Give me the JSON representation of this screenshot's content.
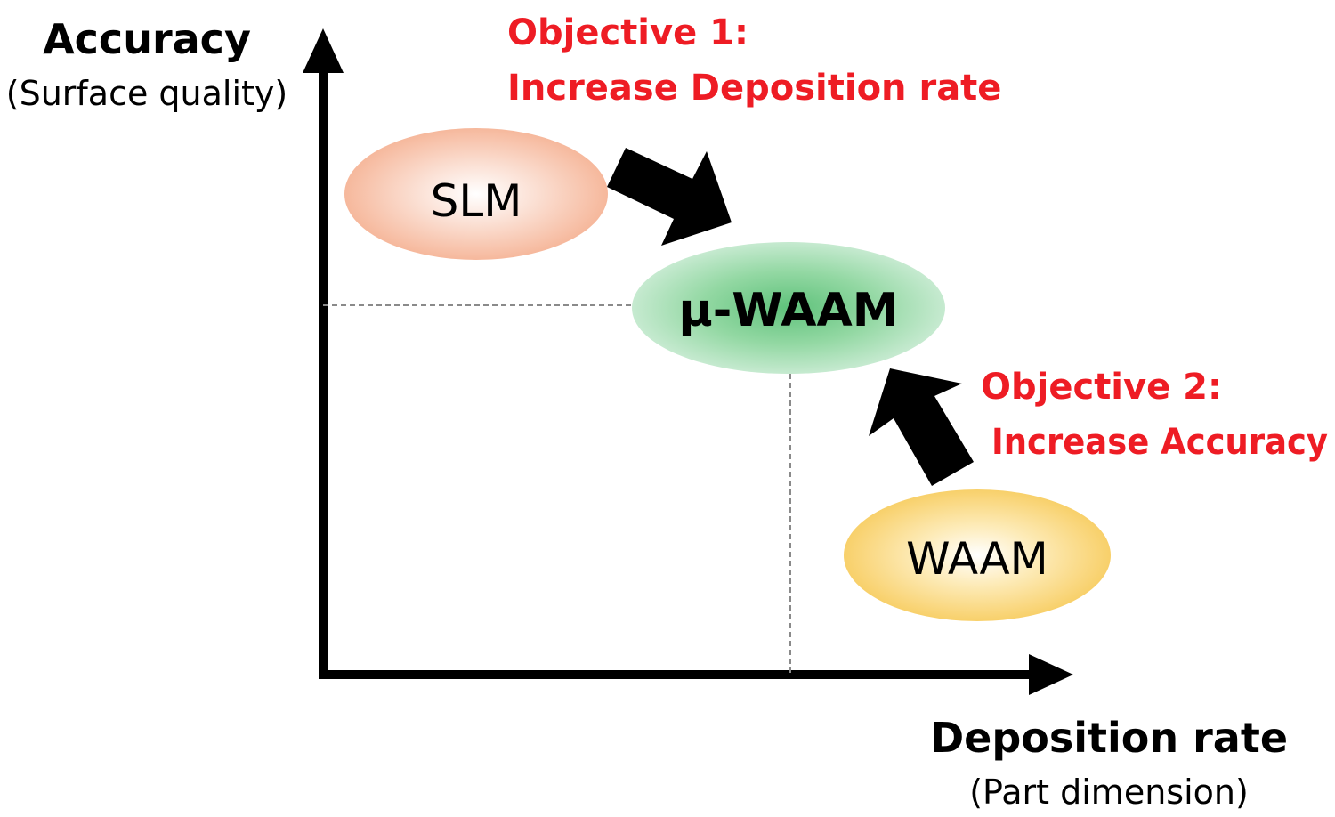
{
  "y_axis": {
    "title": "Accuracy",
    "subtitle": "(Surface quality)"
  },
  "x_axis": {
    "title": "Deposition rate",
    "subtitle": "(Part dimension)"
  },
  "nodes": {
    "slm": {
      "label": "SLM",
      "color": "#f4a88a"
    },
    "mu_waam": {
      "label": "μ-WAAM",
      "color": "#5ec47a"
    },
    "waam": {
      "label": "WAAM",
      "color": "#f9c84a"
    }
  },
  "objectives": {
    "color": "#ee1c24",
    "objective_1": {
      "line1": "Objective 1:",
      "line2": "Increase Deposition rate"
    },
    "objective_2": {
      "line1": "Objective 2:",
      "line2": "Increase Accuracy"
    }
  }
}
